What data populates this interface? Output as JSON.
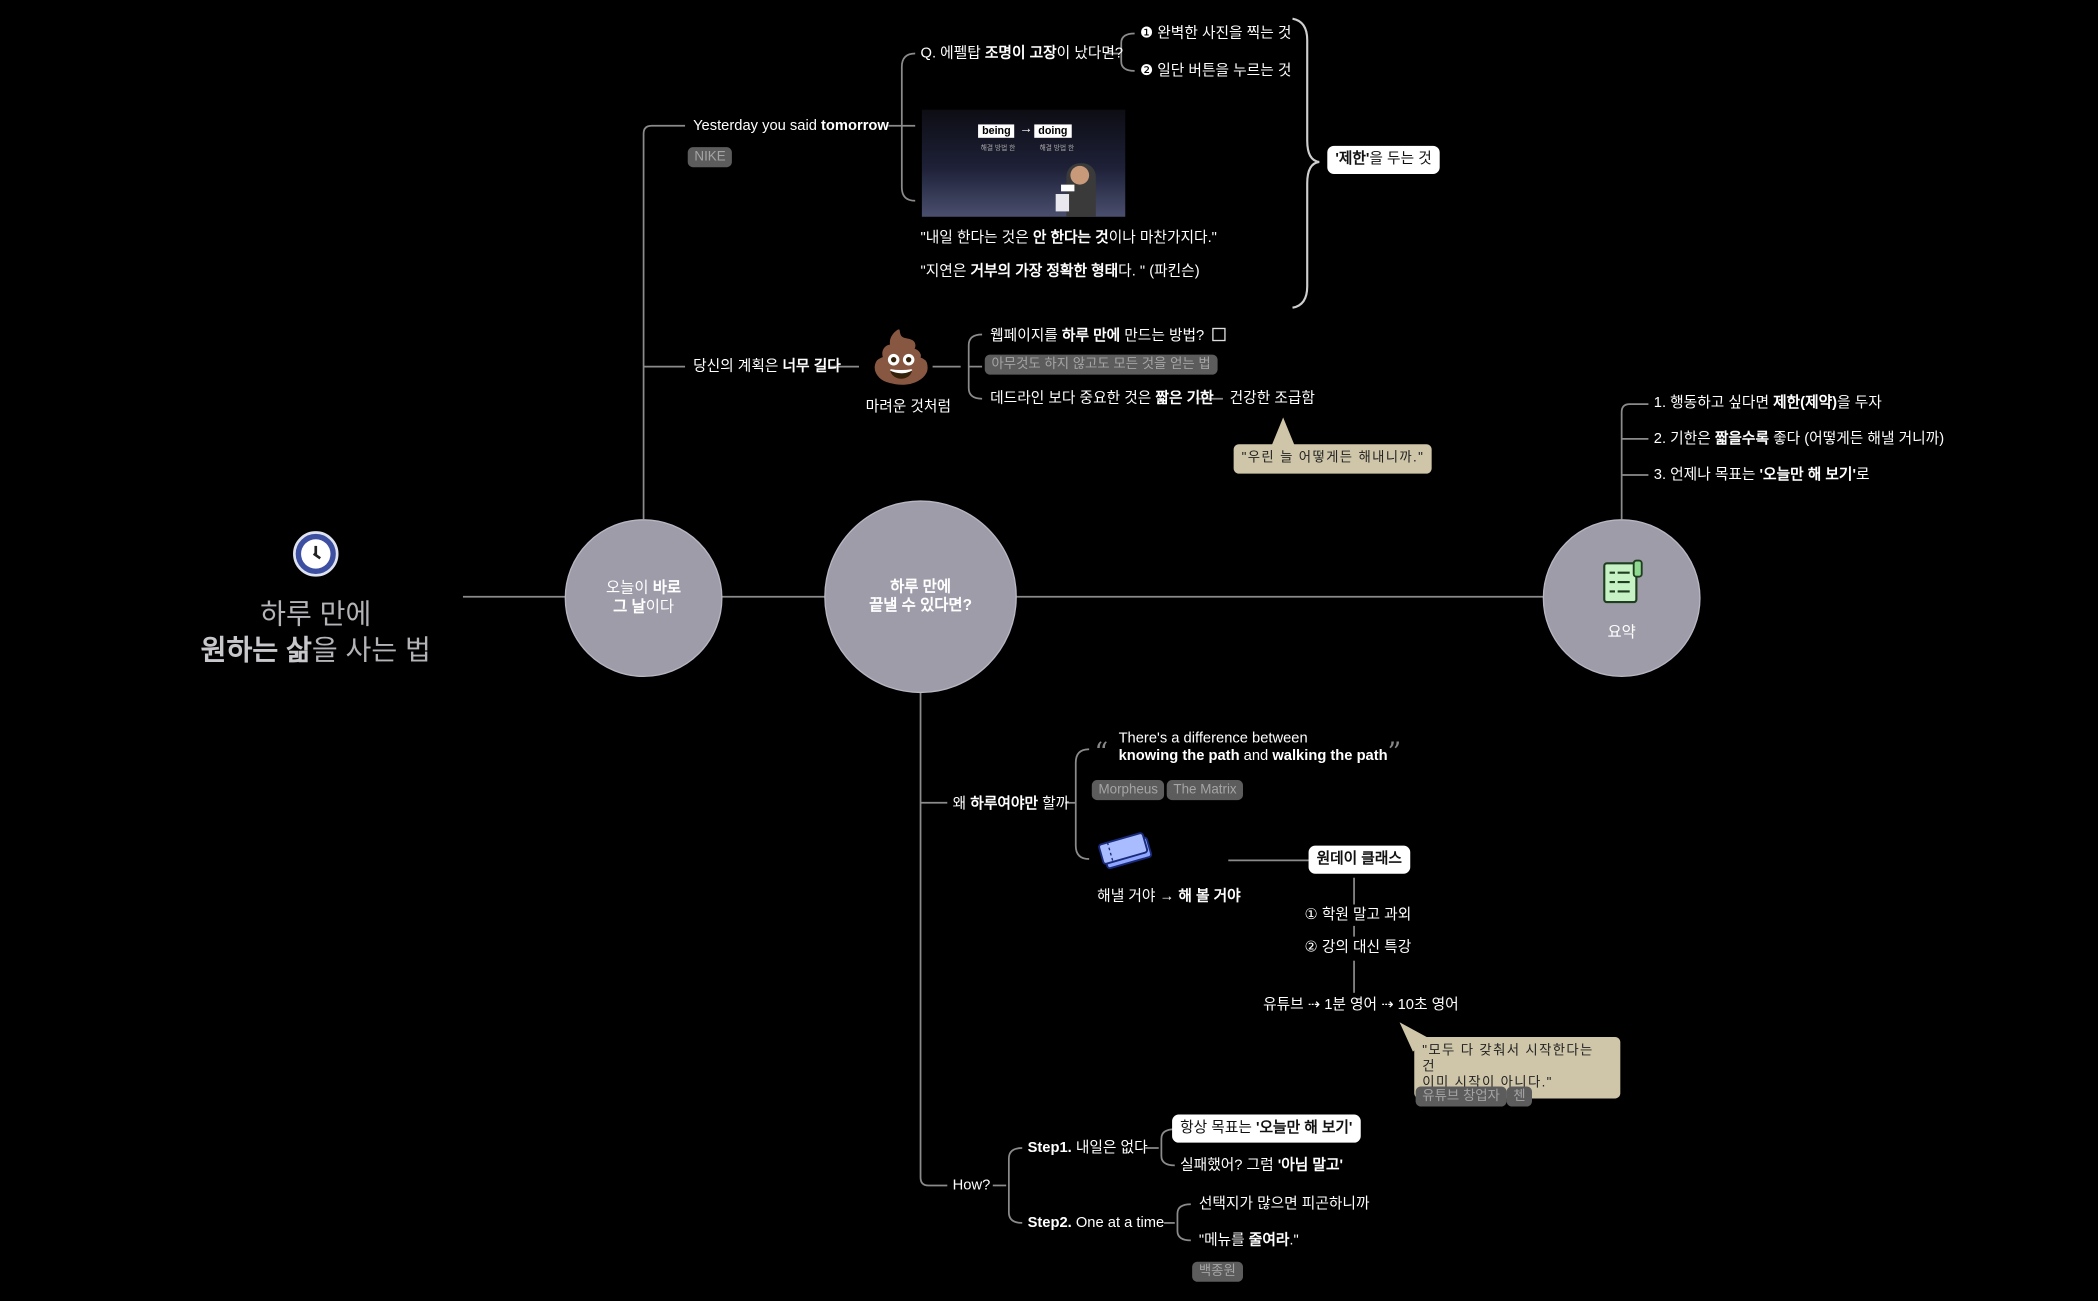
{
  "title": {
    "line1": "하루 만에",
    "line2_bold": "원하는 삶",
    "line2_rest": "을 사는 법"
  },
  "icons": {
    "clock": "clock-icon",
    "poop": "poop-emoji",
    "ticket": "ticket-icon",
    "notepad": "checklist-icon"
  },
  "nodes": {
    "today": {
      "pre": "오늘이 ",
      "bold1": "바로",
      "bold2": "그 날",
      "post": "이다"
    },
    "center": {
      "line1": "하루 만에",
      "line2": "끝낼 수 있다면?"
    },
    "summary": {
      "label": "요약"
    }
  },
  "upper": {
    "yesterday": {
      "pre": "Yesterday you said ",
      "bold": "tomorrow",
      "tag": "NIKE"
    },
    "q": {
      "pre": "Q. 에펠탑 ",
      "bold": "조명이 고장",
      "post": "이 났다면?"
    },
    "opt1": "❶ 완벽한 사진을 찍는 것",
    "opt2": "❷ 일단 버튼을 누르는 것",
    "image": {
      "being": "being",
      "arrow": "→",
      "doing": "doing",
      "sub1": "해결 방법 한",
      "sub2": "해결 방법 한"
    },
    "quote1": {
      "pre": "\"내일 한다는 것은 ",
      "bold": "안 한다는 것",
      "post": "이나 마찬가지다.\""
    },
    "quote2": {
      "pre": "\"지연은 ",
      "bold": "거부의 가장 정확한 형태",
      "post": "다. \" (파킨슨)"
    },
    "limit": {
      "bold": "'제한'",
      "post": "을 두는 것"
    },
    "plan": {
      "pre": "당신의 계획은 ",
      "bold": "너무 길다"
    },
    "poop_caption": "마려운 것처럼",
    "web": {
      "pre": "웹페이지를 ",
      "bold": "하루 만에",
      "post": " 만드는 방법?"
    },
    "web_tag": "아무것도 하지 않고도 모든 것을 얻는 법",
    "deadline": {
      "pre": "데드라인 보다 중요한 것은 ",
      "bold": "짧은 기한"
    },
    "urgency": "건강한 조급함",
    "callout1": "\"우린 늘 어떻게든 해내니까.\""
  },
  "summary_items": [
    {
      "pre": "1. 행동하고 싶다면 ",
      "bold": "제한(제약)",
      "post": "을 두자"
    },
    {
      "pre": "2. 기한은 ",
      "bold": "짧을수록",
      "post": " 좋다 (어떻게든 해낼 거니까)"
    },
    {
      "pre": "3. 언제나 목표는 ",
      "bold": "'오늘만 해 보기'",
      "post": "로"
    }
  ],
  "lower": {
    "why": {
      "pre": "왜 ",
      "bold": "하루여야만",
      "post": " 할까"
    },
    "quote_line1": "There's a difference between",
    "quote_line2": {
      "bold1": "knowing the path",
      "mid": " and ",
      "bold2": "walking the path"
    },
    "tags": [
      "Morpheus",
      "The Matrix"
    ],
    "ticket_caption": {
      "pre": "해낼 거야 → ",
      "bold": "해 볼 거야"
    },
    "oneday": "원데이 클래스",
    "o1": "① 학원 말고 과외",
    "o2": "② 강의 대신 특강",
    "youtube": "유튜브 ⇢ 1분 영어 ⇢ 10초 영어",
    "callout2_l1": "\"모두 다 갖춰서 시작한다는 건",
    "callout2_l2": "이미 시작이 아니다.\"",
    "callout2_tags": [
      "유튜브 창업자",
      "첸"
    ],
    "how": "How?",
    "step1": {
      "bold": "Step1.",
      "post": " 내일은 없다"
    },
    "s1a": {
      "pre": "항상 목표는 ",
      "bold": "'오늘만 해 보기'"
    },
    "s1b": {
      "pre": "실패했어? 그럼 ",
      "bold": "'아님 말고'"
    },
    "step2": {
      "bold": "Step2.",
      "post": " One at a time"
    },
    "s2a": "선택지가 많으면 피곤하니까",
    "s2b": {
      "pre": "\"메뉴를 ",
      "bold": "줄여라",
      "post": ".\""
    },
    "s2_tag": "백종원"
  }
}
